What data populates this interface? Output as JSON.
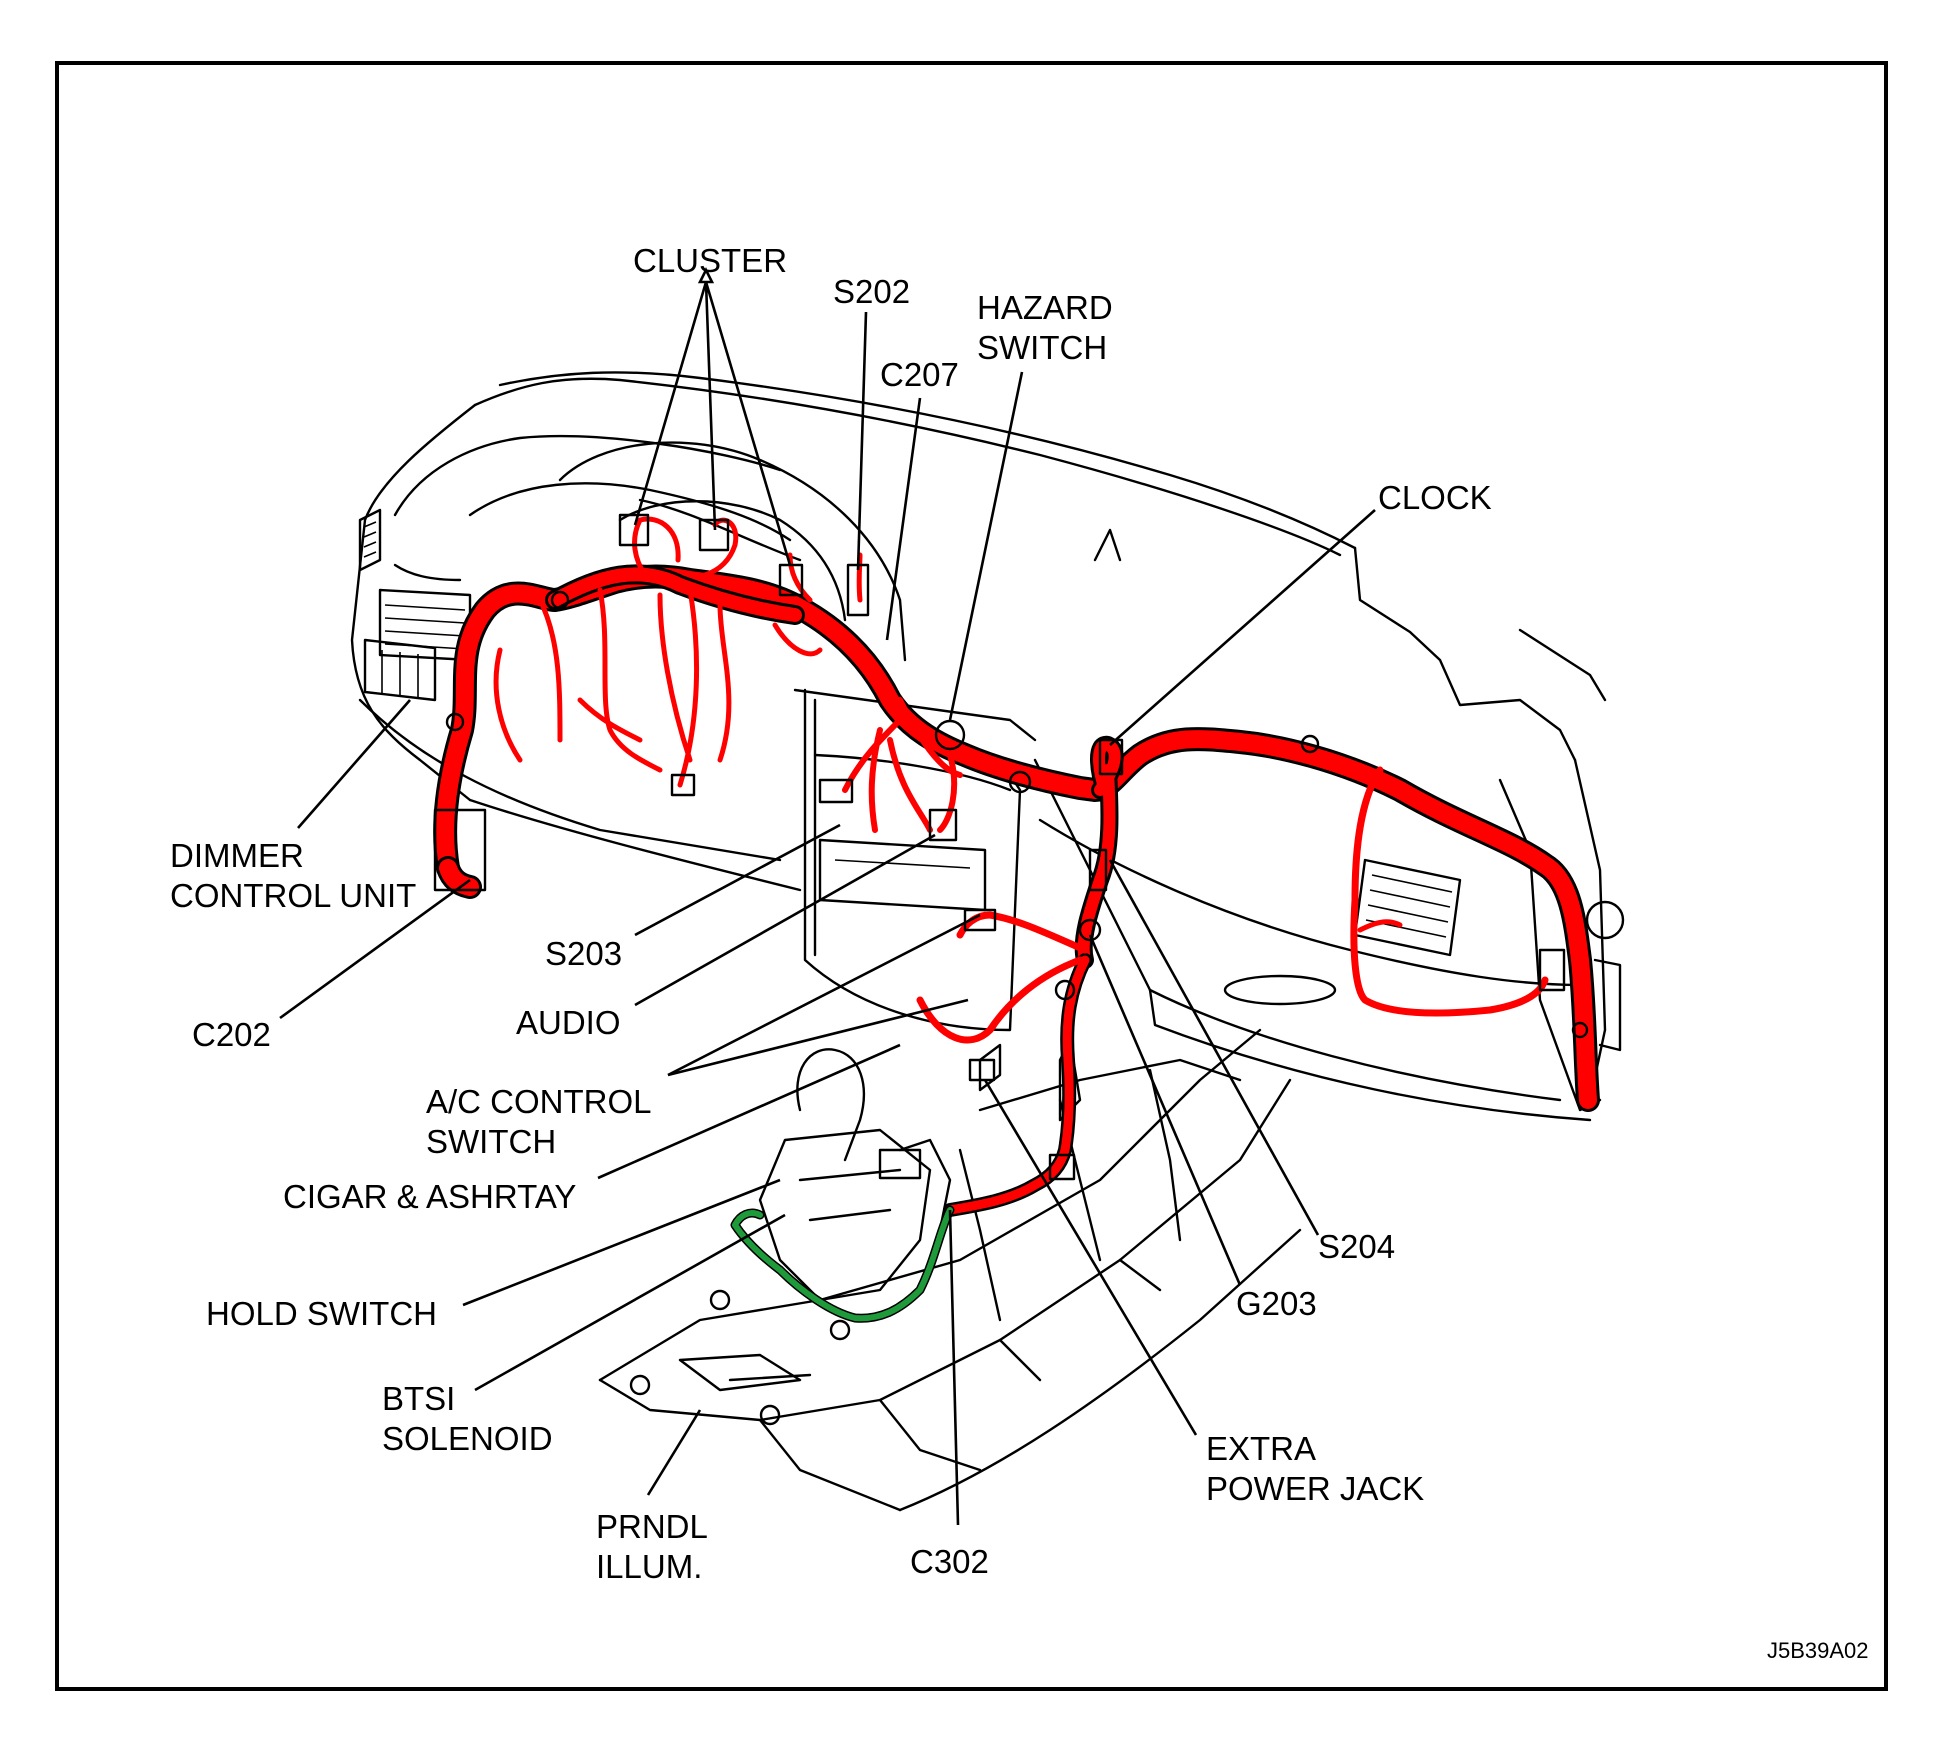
{
  "colors": {
    "harness": "#ff0000",
    "harness_edge": "#000000",
    "btsi_wire": "#1f9a3a",
    "line": "#000000",
    "background": "#ffffff"
  },
  "labels": {
    "cluster": "CLUSTER",
    "s202": "S202",
    "hazard_switch": [
      "HAZARD",
      "SWITCH"
    ],
    "c207": "C207",
    "clock": "CLOCK",
    "dimmer_control_unit": [
      "DIMMER",
      "CONTROL UNIT"
    ],
    "s203": "S203",
    "c202": "C202",
    "audio": "AUDIO",
    "ac_control_switch": [
      "A/C CONTROL",
      "SWITCH"
    ],
    "cigar_ashtray": "CIGAR & ASHRTAY",
    "hold_switch": "HOLD SWITCH",
    "btsi_solenoid": [
      "BTSI",
      "SOLENOID"
    ],
    "prndl_illum": [
      "PRNDL",
      "ILLUM."
    ],
    "c302": "C302",
    "extra_power_jack": [
      "EXTRA",
      "POWER JACK"
    ],
    "g203": "G203",
    "s204": "S204"
  },
  "figure_code": "J5B39A02"
}
